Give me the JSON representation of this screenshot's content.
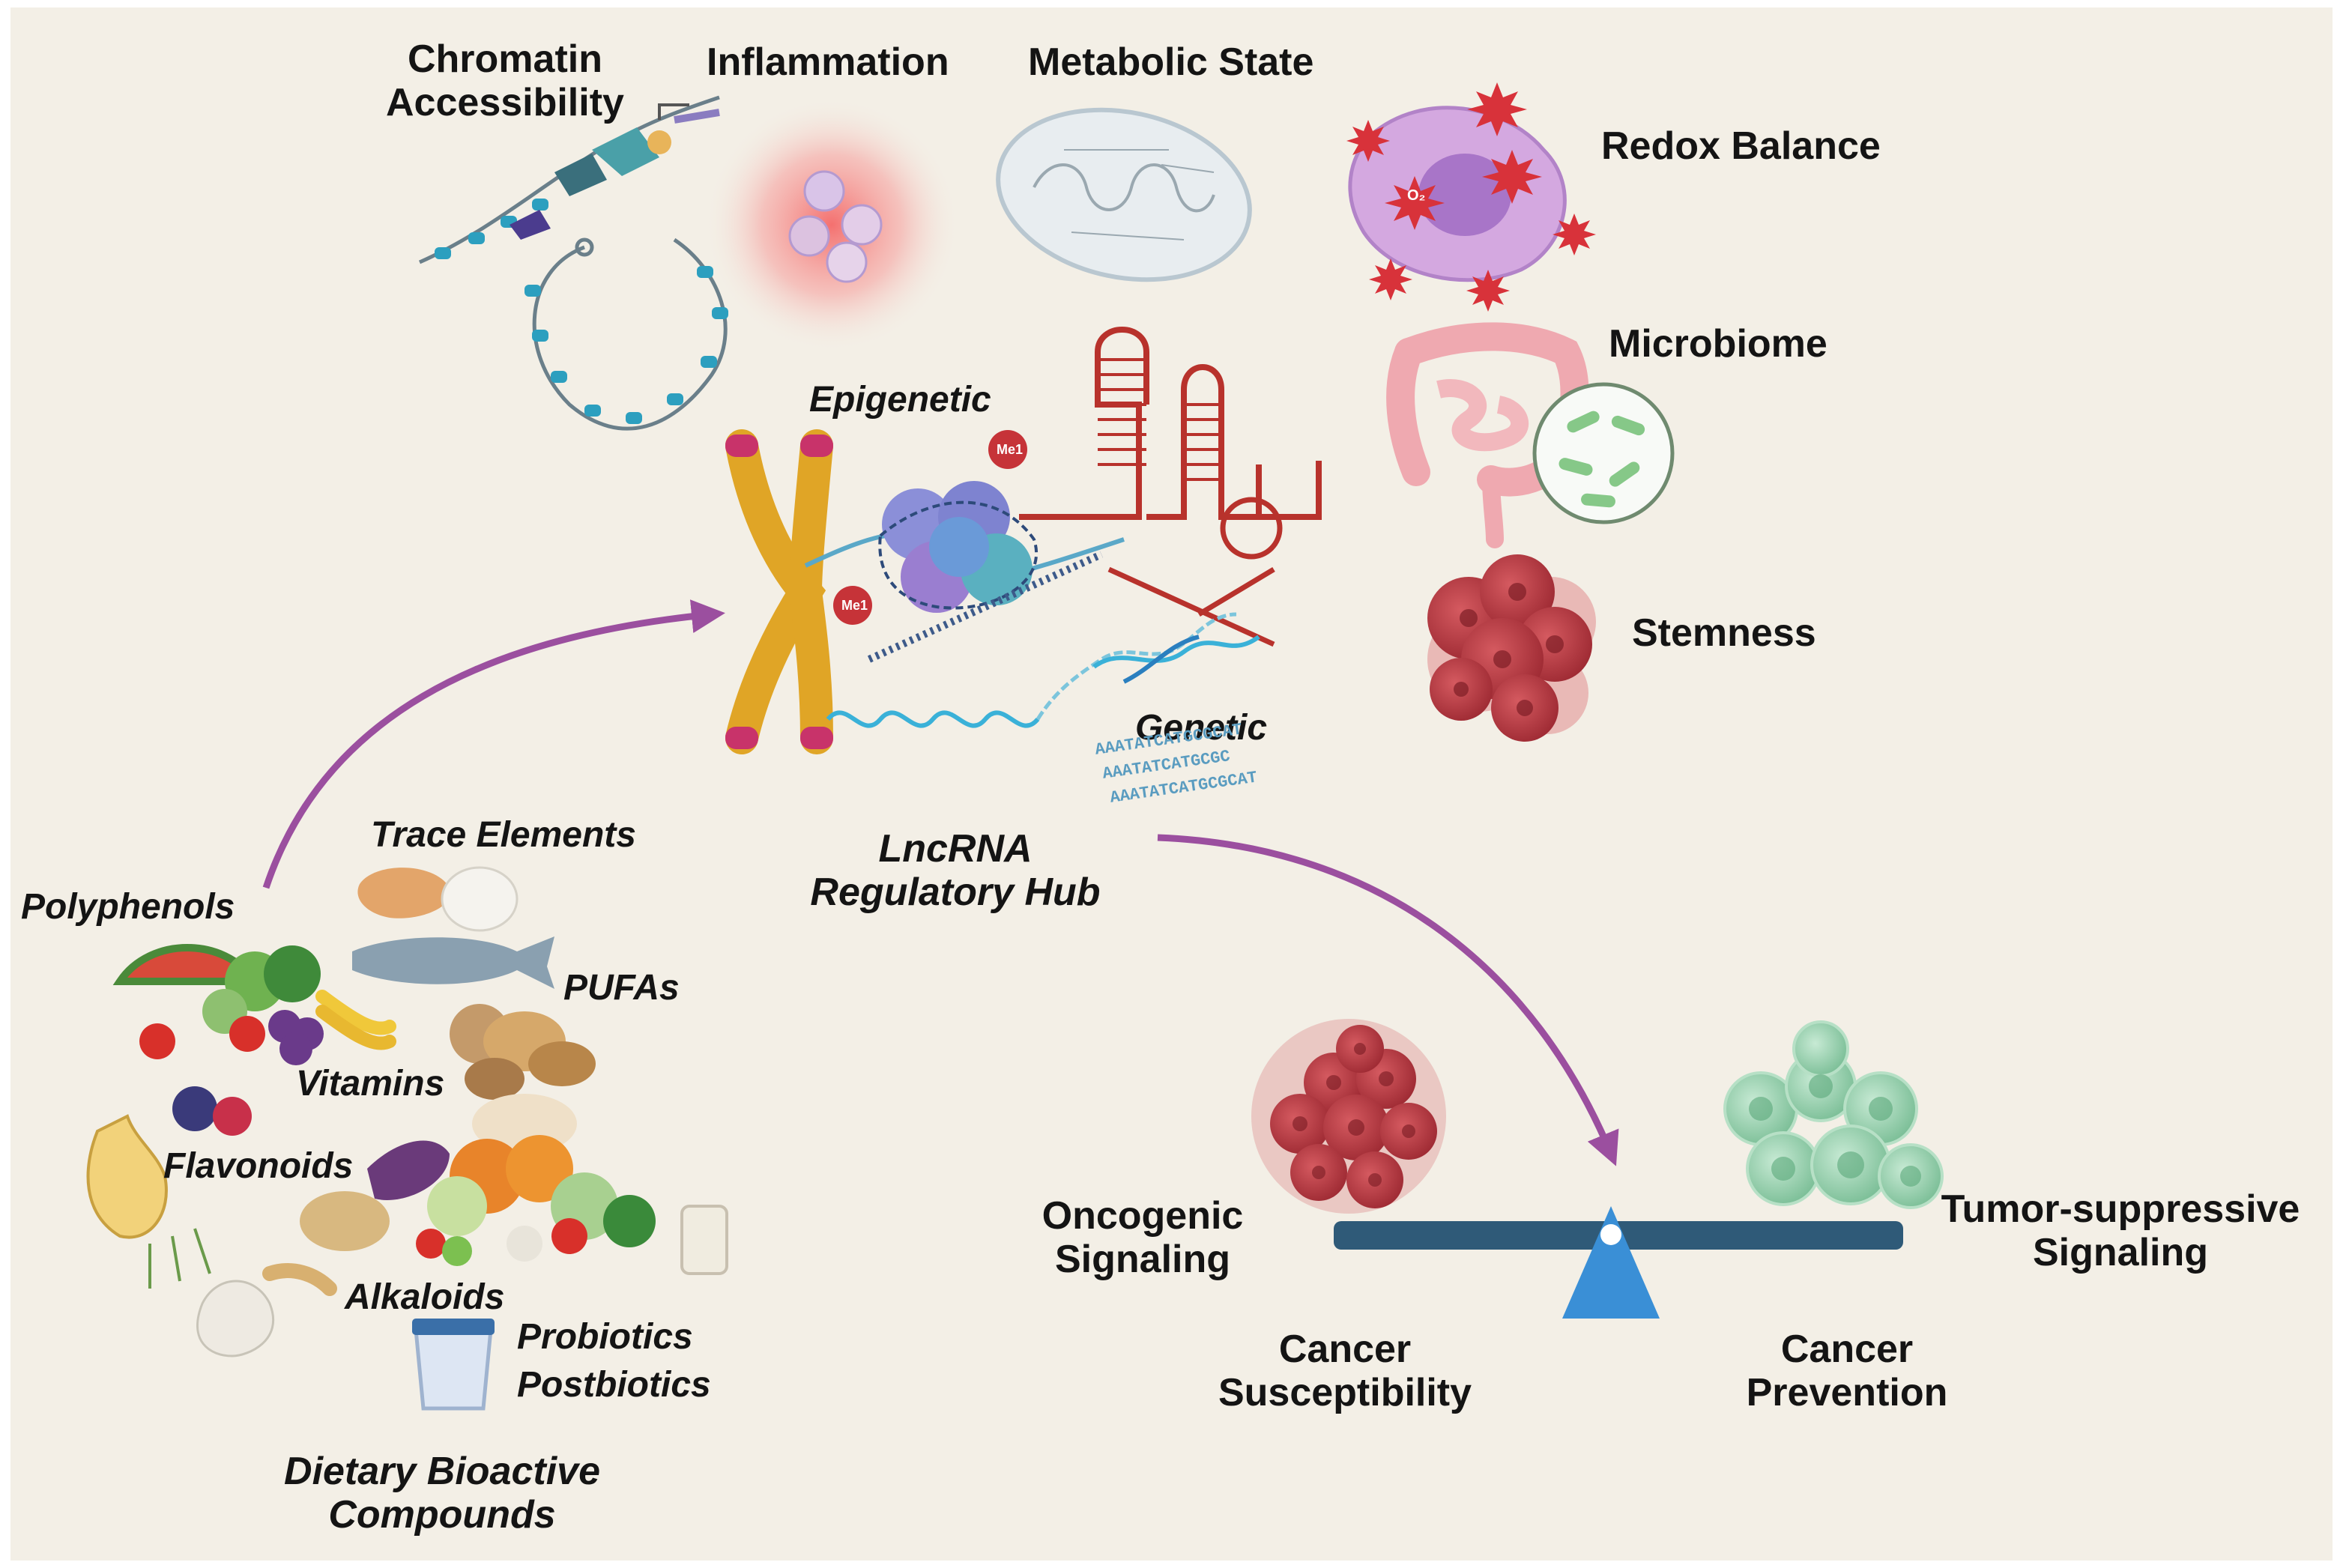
{
  "labels": {
    "chromatin_1": "Chromatin",
    "chromatin_2": "Accessibility",
    "inflammation": "Inflammation",
    "metabolic_state": "Metabolic State",
    "redox_balance": "Redox Balance",
    "microbiome": "Microbiome",
    "stemness": "Stemness",
    "epigenetic": "Epigenetic",
    "genetic": "Genetic",
    "lncrna_1": "LncRNA",
    "lncrna_2": "Regulatory Hub",
    "trace_elements": "Trace Elements",
    "polyphenols": "Polyphenols",
    "pufas": "PUFAs",
    "vitamins": "Vitamins",
    "flavonoids": "Flavonoids",
    "alkaloids": "Alkaloids",
    "probiotics": "Probiotics",
    "postbiotics": "Postbiotics",
    "dietary_1": "Dietary Bioactive",
    "dietary_2": "Compounds",
    "oncogenic_1": "Oncogenic",
    "oncogenic_2": "Signaling",
    "tumor_1": "Tumor-suppressive",
    "tumor_2": "Signaling",
    "cancer_susc_1": "Cancer",
    "cancer_susc_2": "Susceptibility",
    "cancer_prev_1": "Cancer",
    "cancer_prev_2": "Prevention",
    "methyl_tag": "Me1",
    "ros_tag": "O₂",
    "dna_seq_1": "AAATATCATGCGCAT",
    "dna_seq_2": "AAATATCATGCGC",
    "dna_seq_3": "AAATATCATGCGCAT"
  },
  "colors": {
    "background": "#f3efe6",
    "arrow": "#9b4f9f",
    "rna": "#b8322c",
    "dna": "#3ab1d8",
    "chromosome": "#e0a526",
    "balance_beam": "#2f5a78",
    "balance_fulcrum": "#3a8fd6",
    "tumor_red": "#b7343c",
    "tumor_green": "#9fd3b4"
  },
  "icons": [
    "chromatin-icon",
    "inflammation-icon",
    "mitochondrion-icon",
    "ros-cell-icon",
    "intestine-icon",
    "bacteria-icon",
    "stem-cell-cluster-icon",
    "chromosome-icon",
    "nucleosome-icon",
    "rna-hairpin-icon",
    "dna-helix-icon",
    "food-collection-icon",
    "oncogenic-tumor-icon",
    "tumor-suppressive-cluster-icon",
    "balance-scale-icon"
  ]
}
